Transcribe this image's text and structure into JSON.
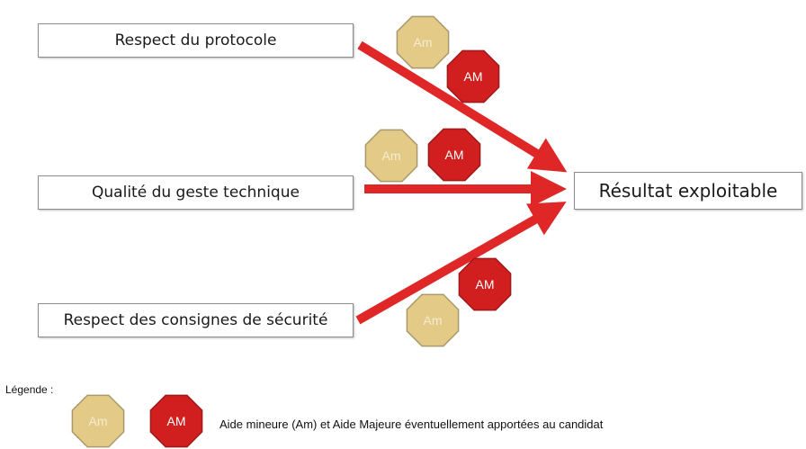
{
  "boxes": {
    "protocole": "Respect du protocole",
    "geste": "Qualité du geste technique",
    "securite": "Respect des consignes de sécurité",
    "resultat": "Résultat exploitable"
  },
  "badges": {
    "minor_label": "Am",
    "major_label": "AM"
  },
  "legend": {
    "title": "Légende :",
    "text": "Aide mineure (Am) et Aide Majeure éventuellement apportées au candidat"
  },
  "colors": {
    "arrow": "#e02727",
    "minor_fill": "#e3ca87",
    "minor_stroke": "#a89a6a",
    "minor_text": "#f6ecd2",
    "major_fill": "#d11f1f",
    "major_stroke": "#9e1b1b",
    "major_text": "#ffffff"
  }
}
